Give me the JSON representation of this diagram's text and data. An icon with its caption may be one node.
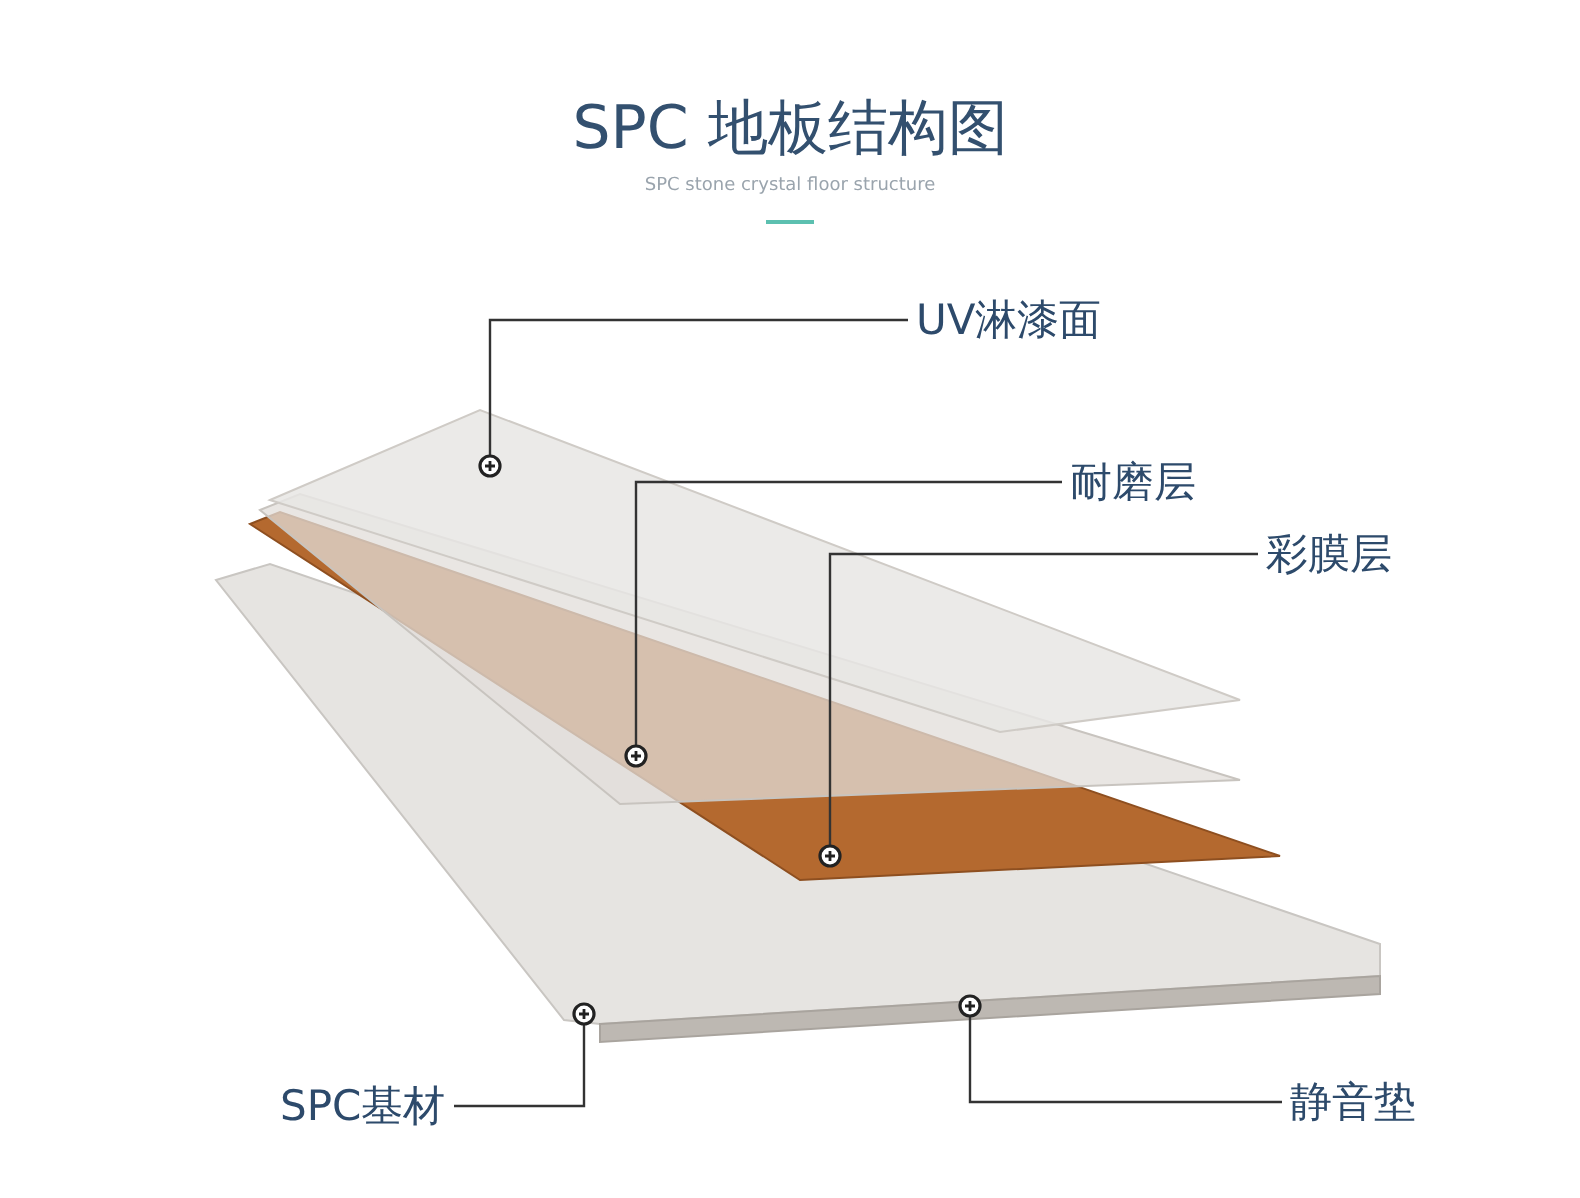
{
  "diagram": {
    "title": "SPC 地板结构图",
    "nodes": [
      {
        "text": [
          "UV淋漆面"
        ]
      },
      {
        "text": [
          "耐磨层"
        ]
      },
      {
        "text": [
          "彩膜层"
        ]
      },
      {
        "text": [
          "SPC基材"
        ]
      },
      {
        "text": [
          "静音垫"
        ]
      },
      {
        "text": [],
        "shape": "bar"
      },
      {
        "text": [],
        "shape": "bar"
      },
      {
        "text": [],
        "shape": "bar"
      },
      {
        "text": [],
        "shape": "bar"
      },
      {
        "text": [],
        "shape": "bar"
      }
    ],
    "edges": [
      {
        "from": 0,
        "to": 5,
        "arrow": "other"
      },
      {
        "from": 1,
        "to": 6,
        "arrow": "other"
      },
      {
        "from": 2,
        "to": 7,
        "arrow": "other"
      },
      {
        "from": 3,
        "to": 8,
        "arrow": "other"
      },
      {
        "from": 4,
        "to": 9,
        "arrow": "other"
      }
    ],
    "labels": [
      "SPC stone crystal floor structure"
    ]
  }
}
